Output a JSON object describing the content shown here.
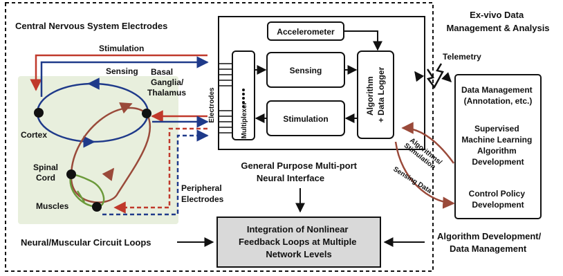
{
  "labels": {
    "cns_electrodes": "Central Nervous System Electrodes",
    "stimulation": "Stimulation",
    "sensing": "Sensing",
    "basal_ganglia_1": "Basal",
    "basal_ganglia_2": "Ganglia/",
    "basal_ganglia_3": "Thalamus",
    "cortex": "Cortex",
    "spinal_cord_1": "Spinal",
    "spinal_cord_2": "Cord",
    "muscles": "Muscles",
    "peripheral_1": "Peripheral",
    "peripheral_2": "Electrodes",
    "electrodes_vertical": "Electrodes",
    "multiplexer": "Multiplexer",
    "accelerometer": "Accelerometer",
    "sensing_box": "Sensing",
    "stimulation_box": "Stimulation",
    "algorithm_1": "Algorithm",
    "algorithm_2": "+ Data Logger",
    "interface_1": "General Purpose Multi-port",
    "interface_2": "Neural Interface",
    "integration_1": "Integration of Nonlinear",
    "integration_2": "Feedback Loops at Multiple",
    "integration_3": "Network Levels",
    "circuit_loops": "Neural/Muscular Circuit Loops",
    "exvivo_1": "Ex-vivo Data",
    "exvivo_2": "Management & Analysis",
    "telemetry": "Telemetry",
    "dm_1": "Data Management",
    "dm_2": "(Annotation, etc.)",
    "sml_1": "Supervised",
    "sml_2": "Machine Learning",
    "sml_3": "Algorithm",
    "sml_4": "Development",
    "cp_1": "Control Policy",
    "cp_2": "Development",
    "algo_stim_1": "Algorithms/",
    "algo_stim_2": "Stimulation",
    "sensing_data": "Sensing Data",
    "algo_dev_1": "Algorithm Development/",
    "algo_dev_2": "Data Management"
  },
  "colors": {
    "stimulation": "#c0392b",
    "sensing": "#1f3a8a",
    "spinal_loop": "#9a4a3a",
    "muscle_loop": "#6b9a3a",
    "panel_bg": "#e8efdd",
    "integration_bg": "#d9d9d9"
  }
}
